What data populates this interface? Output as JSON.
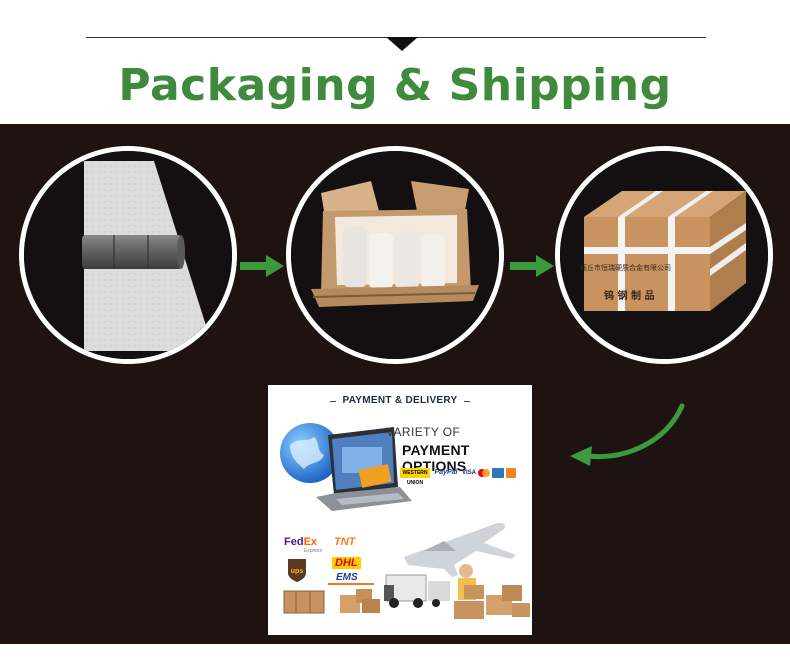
{
  "header": {
    "title": "Packaging & Shipping",
    "title_color": "#3f8a3c",
    "background_color": "#1f1312"
  },
  "steps": [
    {
      "icon": "tungsten-rod-on-foam-icon"
    },
    {
      "icon": "open-carton-with-padding-icon"
    },
    {
      "icon": "sealed-strapped-carton-icon"
    }
  ],
  "sealed_box": {
    "label_top": "钰丘市恒瑞硬质合金有限公司",
    "label_bottom": "钨 钢 制 品"
  },
  "payment_card": {
    "header": "PAYMENT & DELIVERY",
    "line1": "VARIETY OF",
    "line2": "PAYMENT OPTIONS",
    "payment_logos": [
      "WESTERN UNION",
      "PayPal",
      "VISA",
      "MasterCard",
      "AMEX",
      "Discover"
    ],
    "carriers": [
      "FedEx",
      "TNT",
      "UPS",
      "DHL",
      "EMS"
    ],
    "fedex_sub": "Express"
  },
  "colors": {
    "accent_green": "#3f8a3c",
    "arrow_green": "#3c9a3e",
    "fedex_purple": "#4d148c",
    "fedex_orange": "#ff6200",
    "tnt_orange": "#f47a20",
    "dhl_red": "#d40511",
    "ups_brown": "#5a3a22",
    "ems_blue": "#1d3f8f"
  }
}
